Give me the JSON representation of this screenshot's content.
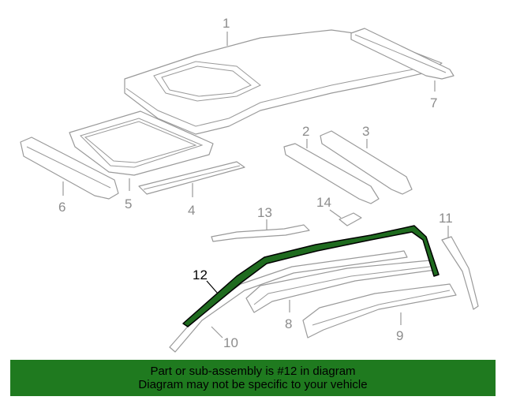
{
  "diagram": {
    "highlight_color": "#1f6b1f",
    "callouts": [
      {
        "id": "1",
        "label": "1"
      },
      {
        "id": "2",
        "label": "2"
      },
      {
        "id": "3",
        "label": "3"
      },
      {
        "id": "4",
        "label": "4"
      },
      {
        "id": "5",
        "label": "5"
      },
      {
        "id": "6",
        "label": "6"
      },
      {
        "id": "7",
        "label": "7"
      },
      {
        "id": "8",
        "label": "8"
      },
      {
        "id": "9",
        "label": "9"
      },
      {
        "id": "10",
        "label": "10"
      },
      {
        "id": "11",
        "label": "11"
      },
      {
        "id": "12",
        "label": "12",
        "highlighted": true
      },
      {
        "id": "13",
        "label": "13"
      },
      {
        "id": "14",
        "label": "14"
      }
    ]
  },
  "banner": {
    "line1": "Part or sub-assembly is #12 in diagram",
    "line2": "Diagram may not be specific to your vehicle",
    "background": "#1f7a1f"
  }
}
